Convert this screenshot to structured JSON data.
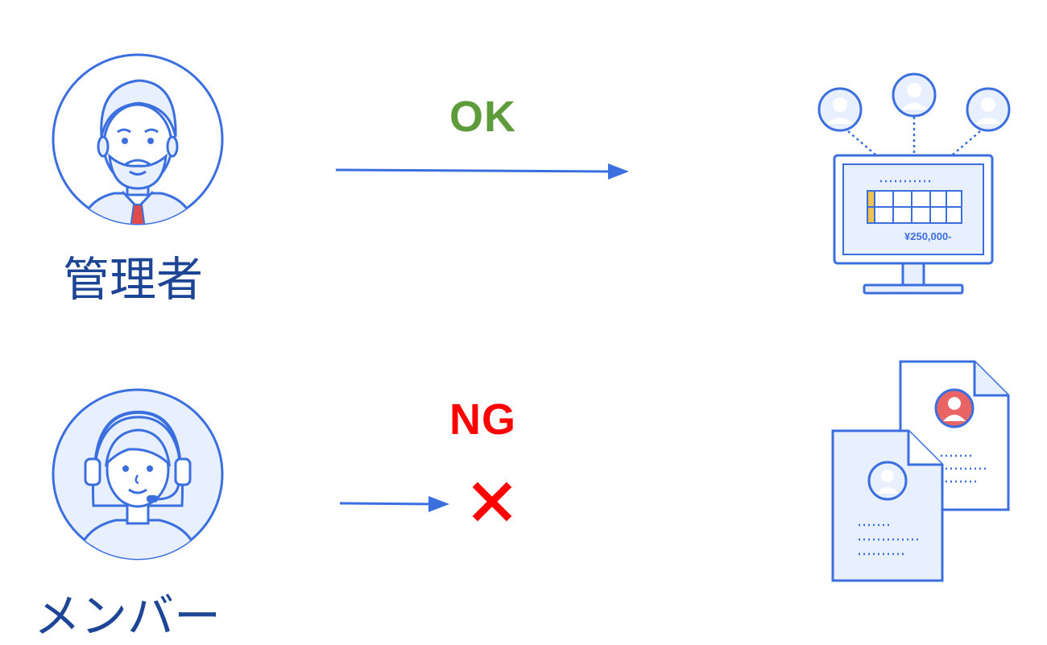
{
  "admin": {
    "label": "管理者"
  },
  "member": {
    "label": "メンバー"
  },
  "ok": {
    "text": "OK"
  },
  "ng": {
    "text": "NG"
  },
  "monitor": {
    "amount": "¥250,000-"
  },
  "colors": {
    "primary": "#3b6fe0",
    "light_fill": "#e8efff",
    "dark_label": "#1d4596",
    "ok_green": "#5e9c3b",
    "ng_red": "#ff0000",
    "tie_red": "#e04a4a",
    "avatar_red": "#e96565",
    "accent_yellow": "#f2c14e"
  }
}
